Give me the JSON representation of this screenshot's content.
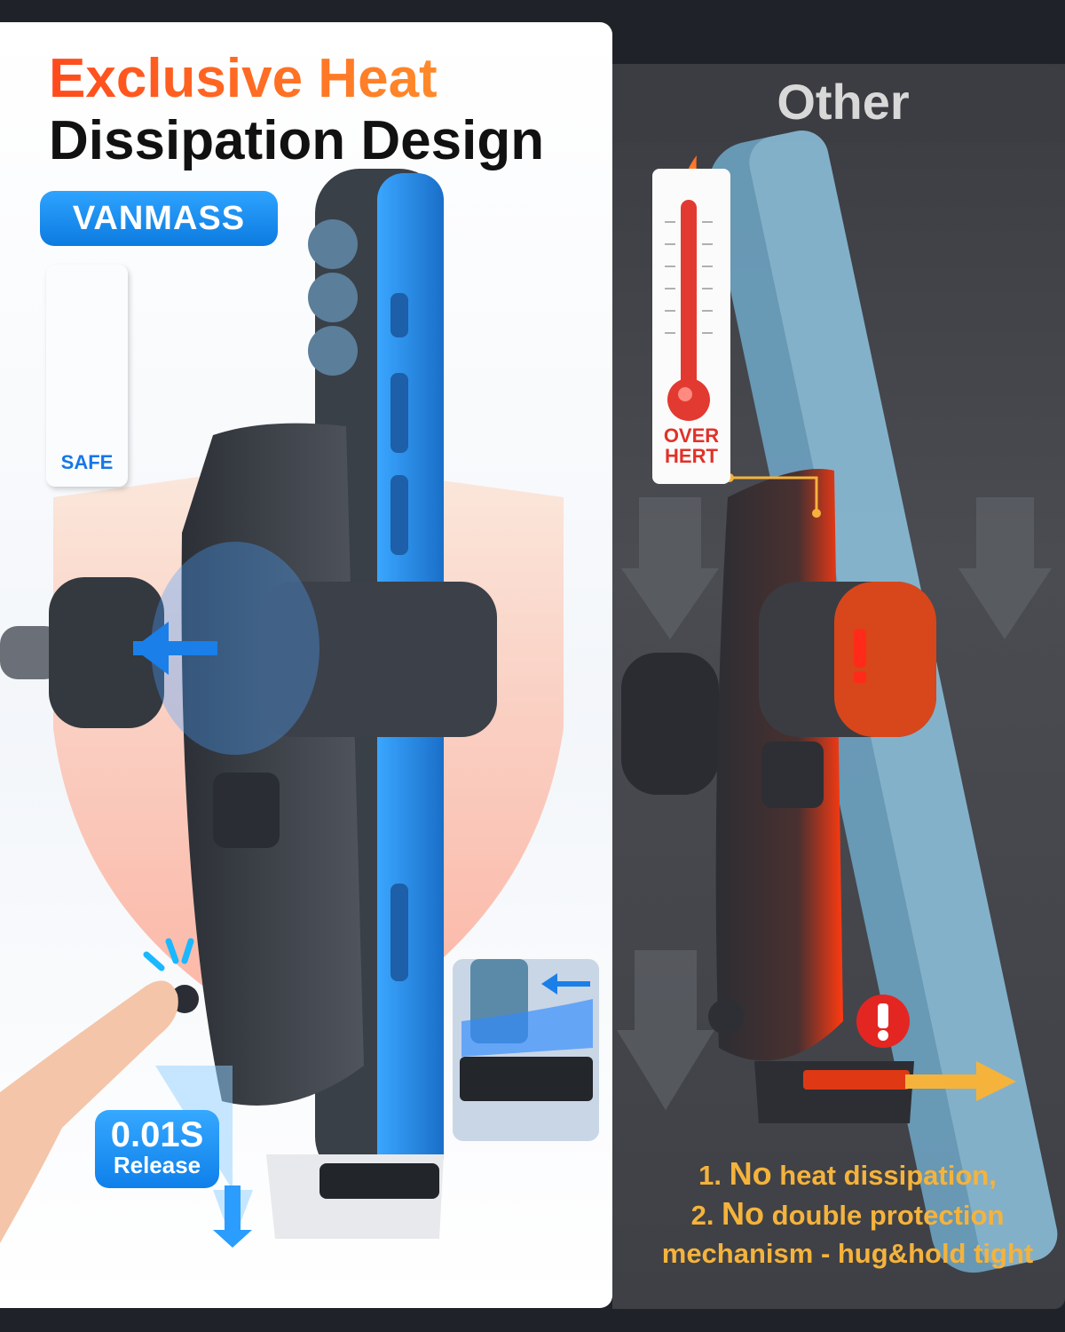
{
  "left_panel": {
    "title_line1": "Exclusive Heat",
    "title_line2": "Dissipation Design",
    "brand": "VANMASS",
    "thermometer_label": "SAFE",
    "release_badge": {
      "value": "0.01S",
      "label": "Release"
    }
  },
  "right_panel": {
    "title": "Other",
    "thermometer_label_line1": "OVER",
    "thermometer_label_line2": "HERT",
    "caption": [
      {
        "prefix": "1. ",
        "emphasis": "No",
        "rest": " heat dissipation,"
      },
      {
        "prefix": "2. ",
        "emphasis": "No",
        "rest": " double protection"
      },
      {
        "prefix": "",
        "emphasis": "",
        "rest": "mechanism - hug&hold tight"
      }
    ]
  },
  "colors": {
    "accent_orange": "#ff5a1f",
    "brand_blue": "#1677e6",
    "warning_red": "#e13228",
    "caption_yellow": "#f5b33c"
  }
}
